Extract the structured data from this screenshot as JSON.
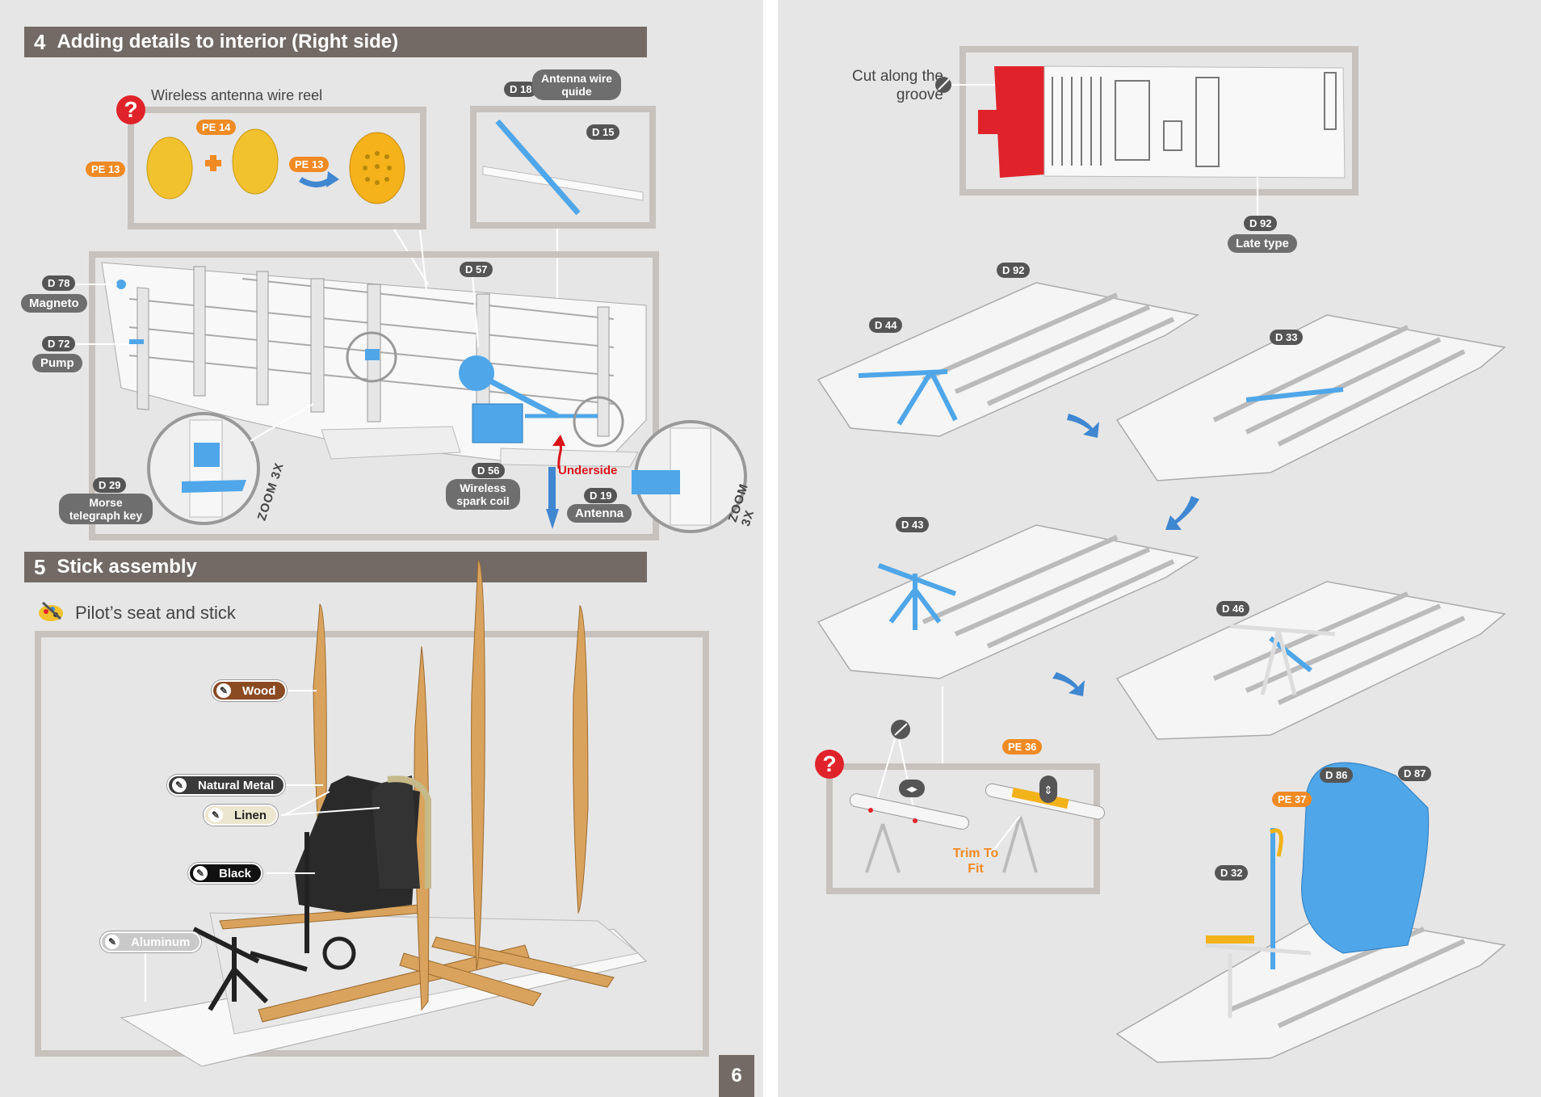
{
  "left_page": {
    "section4": {
      "number": "4",
      "title": "Adding details to interior (Right side)"
    },
    "wireless_reel_title": "Wireless antenna wire reel",
    "reel_parts": [
      "PE 13",
      "PE 14",
      "PE 13"
    ],
    "antenna_guide": {
      "part": "D 18",
      "label": "Antenna wire quide",
      "part2": "D 15"
    },
    "interior_labels": {
      "d78": "D 78",
      "magneto": "Magneto",
      "d72": "D 72",
      "pump": "Pump",
      "d57": "D 57",
      "d29": "D 29",
      "morse": "Morse telegraph key",
      "d56": "D 56",
      "spark": "Wireless spark coil",
      "underside": "Underside",
      "d19": "D 19",
      "antenna": "Antenna",
      "zoom1": "ZOOM 3X",
      "zoom2": "ZOOM 3X"
    },
    "section5": {
      "number": "5",
      "title": "Stick assembly"
    },
    "seat_title": "Pilot’s seat and stick",
    "paints": [
      {
        "label": "Wood",
        "color": "#8a4a22",
        "text_color": "#ffffff"
      },
      {
        "label": "Natural Metal",
        "color": "#3a3a3a",
        "text_color": "#ffffff"
      },
      {
        "label": "Linen",
        "color": "#ede6cf",
        "text_color": "#222222"
      },
      {
        "label": "Black",
        "color": "#111111",
        "text_color": "#ffffff"
      },
      {
        "label": "Aluminum",
        "color": "#c9c9c9",
        "text_color": "#ffffff"
      }
    ],
    "page_number": "6"
  },
  "right_page": {
    "cut_label": "Cut along the groove",
    "d92_top": "D 92",
    "late_type": "Late type",
    "steps": {
      "d92": "D 92",
      "d44": "D 44",
      "d33": "D 33",
      "d43": "D 43",
      "d46": "D 46",
      "pe36": "PE 36",
      "trim": "Trim To Fit",
      "d86": "D 86",
      "d87": "D 87",
      "pe37": "PE 37",
      "d32": "D 32"
    }
  }
}
